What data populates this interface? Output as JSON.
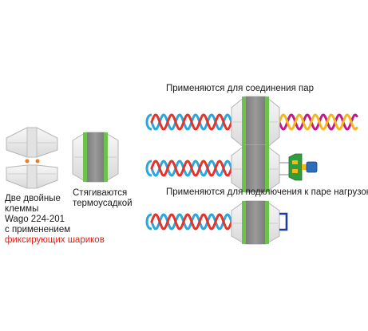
{
  "left_caption": {
    "line1": "Две двойные",
    "line2": "клеммы",
    "line3": "Wago 224-201",
    "line4": "с применением",
    "line5": "фиксирующих шариков"
  },
  "middle_caption": {
    "line1": "Стягиваются",
    "line2": "термоусадкой"
  },
  "title_pairs": "Применяются для соединения пар",
  "title_load": "Применяются для подключения к паре нагрузок",
  "colors": {
    "wire_blue": "#29a8e0",
    "wire_red": "#e8332a",
    "wire_magenta": "#c21a8c",
    "wire_yellow": "#f5b81c",
    "heatshrink_gray": "#8a8a8a",
    "band_green": "#6cc24a",
    "clamp_light": "#eeeeee",
    "ball_orange": "#f07c1e",
    "load_blue": "#1c3f9a",
    "text_red": "#e0201b"
  },
  "icons": [
    "wago-clamp",
    "heatshrink-band",
    "twisted-pair",
    "ball-bearing",
    "load-component",
    "wire-loop"
  ]
}
